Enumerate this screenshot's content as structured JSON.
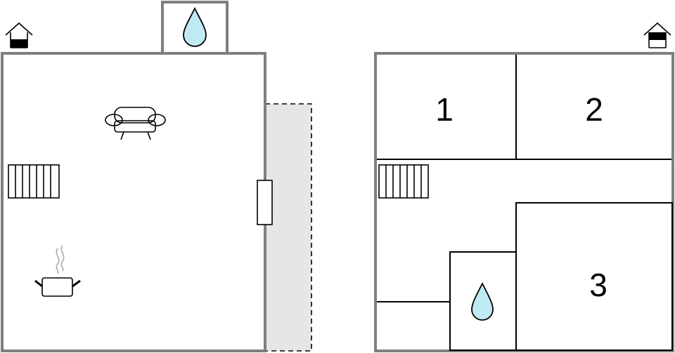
{
  "rooms": {
    "room1": "1",
    "room2": "2",
    "room3": "3"
  },
  "icons": [
    "house-ground-floor-icon",
    "house-upper-floor-icon",
    "water-drop-icon",
    "sofa-icon",
    "radiator-icon",
    "cooking-pot-icon",
    "window-icon"
  ],
  "colors": {
    "outer_wall": "#7f7f7f",
    "inner_wall": "#000000",
    "terrace_fill": "#e6e6e6",
    "water_fill": "#bfe9f3"
  }
}
